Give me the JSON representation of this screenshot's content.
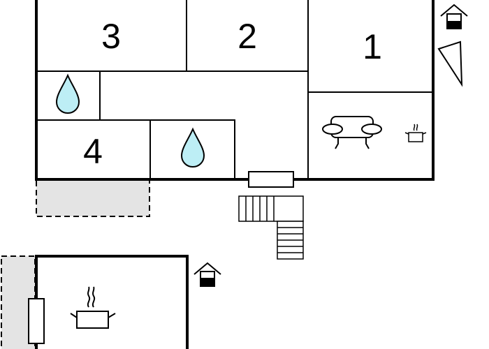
{
  "floor_plan": {
    "rooms": {
      "bedroom_1": {
        "label": "1"
      },
      "bedroom_2": {
        "label": "2"
      },
      "bedroom_3": {
        "label": "3"
      },
      "bedroom_4": {
        "label": "4"
      }
    },
    "icons": {
      "entrance": "house-entrance-icon",
      "compass": "north-arrow-icon",
      "bathroom": "water-drop-icon",
      "living": "sofa-icon",
      "kitchen": "cooking-pot-icon",
      "stairs": "stairs-icon"
    },
    "colors": {
      "wall": "#000000",
      "water": "#bdeef5",
      "terrace": "#e4e4e4"
    }
  }
}
